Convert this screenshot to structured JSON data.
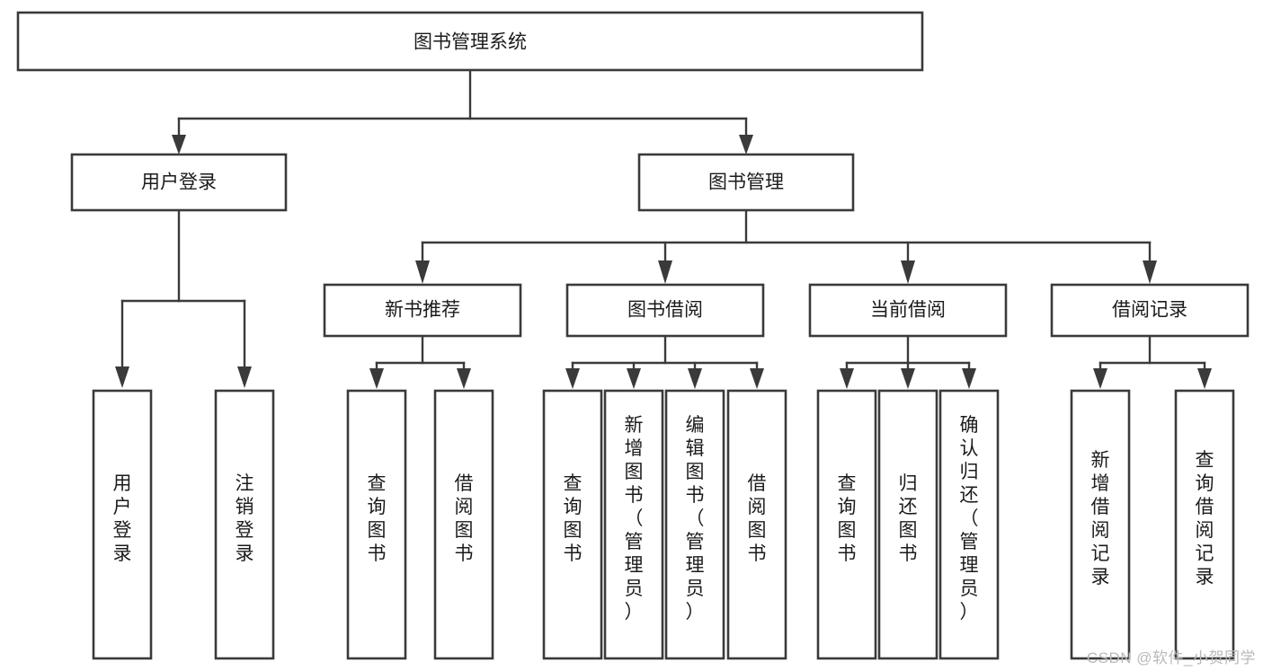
{
  "diagram": {
    "type": "tree-hierarchy",
    "title": "图书管理系统",
    "watermark": "CSDN @软件_小贺同学",
    "colors": {
      "stroke": "#3a3a3a",
      "fill": "#ffffff",
      "text": "#1b1b1b",
      "watermark": "#b9b9b9",
      "background": "#ffffff"
    },
    "root": {
      "id": "root",
      "label": "图书管理系统",
      "orientation": "horizontal"
    },
    "level2": [
      {
        "id": "user-login",
        "label": "用户登录",
        "orientation": "horizontal"
      },
      {
        "id": "book-management",
        "label": "图书管理",
        "orientation": "horizontal"
      }
    ],
    "level3": [
      {
        "id": "new-book-recommend",
        "label": "新书推荐",
        "orientation": "horizontal",
        "parent": "book-management"
      },
      {
        "id": "book-borrow",
        "label": "图书借阅",
        "orientation": "horizontal",
        "parent": "book-management"
      },
      {
        "id": "current-borrow",
        "label": "当前借阅",
        "orientation": "horizontal",
        "parent": "book-management"
      },
      {
        "id": "borrow-record",
        "label": "借阅记录",
        "orientation": "horizontal",
        "parent": "book-management"
      }
    ],
    "leaves": [
      {
        "id": "leaf-user-login",
        "label": "用户登录",
        "orientation": "vertical",
        "parent": "user-login"
      },
      {
        "id": "leaf-logout-login",
        "label": "注销登录",
        "orientation": "vertical",
        "parent": "user-login"
      },
      {
        "id": "leaf-query-book-1",
        "label": "查询图书",
        "orientation": "vertical",
        "parent": "new-book-recommend"
      },
      {
        "id": "leaf-borrow-book-1",
        "label": "借阅图书",
        "orientation": "vertical",
        "parent": "new-book-recommend"
      },
      {
        "id": "leaf-query-book-2",
        "label": "查询图书",
        "orientation": "vertical",
        "parent": "book-borrow"
      },
      {
        "id": "leaf-add-book",
        "label": "新增图书（管理员）",
        "orientation": "vertical",
        "parent": "book-borrow"
      },
      {
        "id": "leaf-edit-book",
        "label": "编辑图书（管理员）",
        "orientation": "vertical",
        "parent": "book-borrow"
      },
      {
        "id": "leaf-borrow-book-2",
        "label": "借阅图书",
        "orientation": "vertical",
        "parent": "book-borrow"
      },
      {
        "id": "leaf-query-book-3",
        "label": "查询图书",
        "orientation": "vertical",
        "parent": "current-borrow"
      },
      {
        "id": "leaf-return-book",
        "label": "归还图书",
        "orientation": "vertical",
        "parent": "current-borrow"
      },
      {
        "id": "leaf-confirm-return",
        "label": "确认归还（管理员）",
        "orientation": "vertical",
        "parent": "current-borrow"
      },
      {
        "id": "leaf-add-record",
        "label": "新增借阅记录",
        "orientation": "vertical",
        "parent": "borrow-record"
      },
      {
        "id": "leaf-query-record",
        "label": "查询借阅记录",
        "orientation": "vertical",
        "parent": "borrow-record"
      }
    ]
  }
}
